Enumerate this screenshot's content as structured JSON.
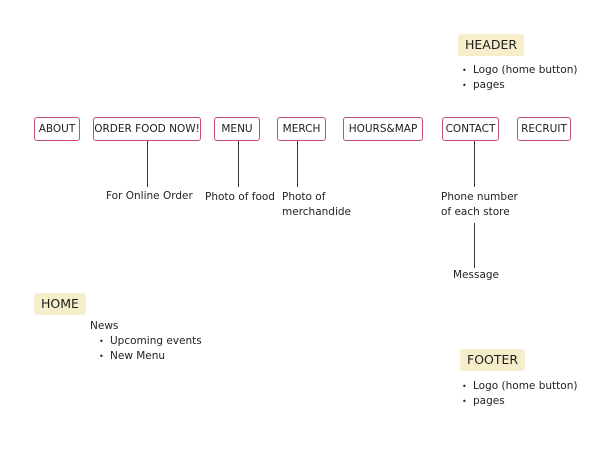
{
  "header_section": {
    "tag": "HEADER",
    "items": [
      "Logo (home button)",
      "pages"
    ]
  },
  "nav": {
    "about": "ABOUT",
    "order_food_now": "ORDER FOOD NOW!",
    "menu": "MENU",
    "merch": "MERCH",
    "hours_map": "HOURS&MAP",
    "contact": "CONTACT",
    "recruit": "RECRUIT"
  },
  "notes": {
    "order_food_now": "For Online Order",
    "menu": "Photo of food",
    "merch": "Photo of merchandide",
    "contact": "Phone number of each store",
    "contact_sub": "Message"
  },
  "home_section": {
    "tag": "HOME",
    "heading": "News",
    "items": [
      "Upcoming events",
      "New Menu"
    ]
  },
  "footer_section": {
    "tag": "FOOTER",
    "items": [
      "Logo (home button)",
      "pages"
    ]
  },
  "colors": {
    "tag_background": "#f6eecb",
    "nav_border": "#c44d7a",
    "connector": "#3a3a3a"
  }
}
